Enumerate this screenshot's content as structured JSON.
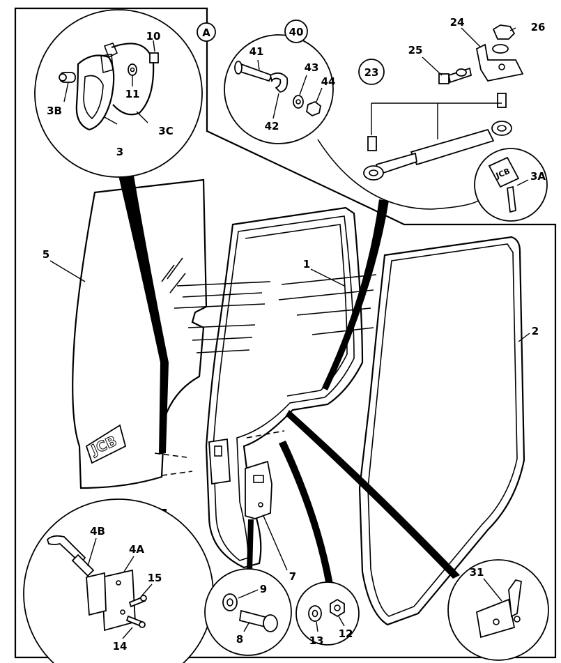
{
  "diagram": {
    "border_color": "#000000",
    "background": "#ffffff",
    "section_marker": "A",
    "callouts": {
      "c1": "1",
      "c2": "2",
      "c3": "3",
      "c3a": "3A",
      "c3b": "3B",
      "c3c": "3C",
      "c4a": "4A",
      "c4b": "4B",
      "c5": "5",
      "c7": "7",
      "c8": "8",
      "c9": "9",
      "c10": "10",
      "c11": "11",
      "c12": "12",
      "c13": "13",
      "c14": "14",
      "c15": "15",
      "c23": "23",
      "c24": "24",
      "c25": "25",
      "c26": "26",
      "c31": "31",
      "c40": "40",
      "c41": "41",
      "c42": "42",
      "c43": "43",
      "c44": "44"
    },
    "logo_text": "JCB"
  }
}
